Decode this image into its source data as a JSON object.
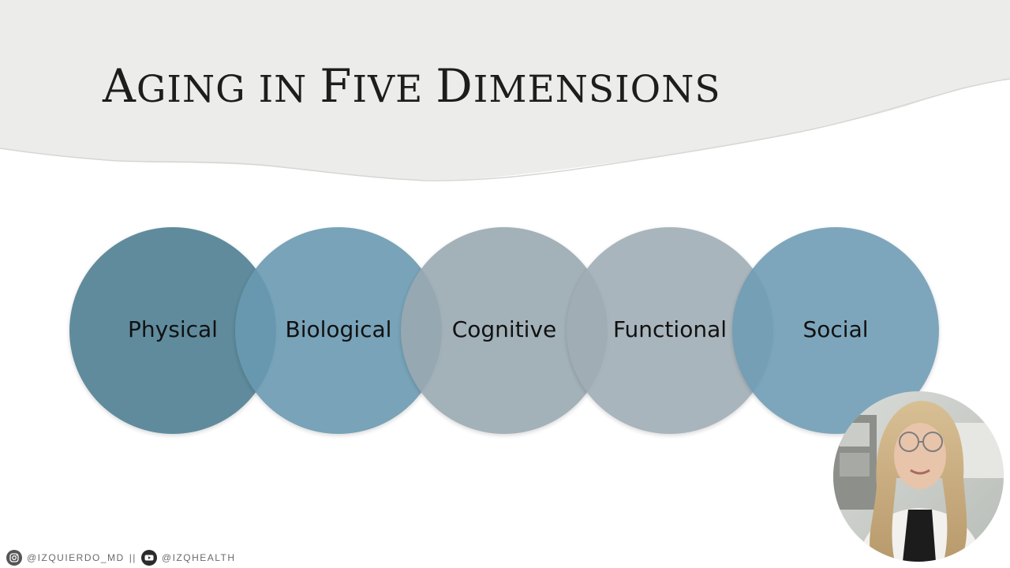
{
  "slide": {
    "title_caps": [
      "A",
      "GING IN ",
      "F",
      "IVE ",
      "D",
      "IMENSIONS"
    ],
    "header_color": "#ececea"
  },
  "dimensions": [
    {
      "label": "Physical",
      "color": "#4e7f93"
    },
    {
      "label": "Biological",
      "color": "#6a9ab1"
    },
    {
      "label": "Cognitive",
      "color": "#9aa9b2"
    },
    {
      "label": "Functional",
      "color": "#a0adb5"
    },
    {
      "label": "Social",
      "color": "#6f9db5"
    }
  ],
  "footer": {
    "instagram_handle": "@IZQUIERDO_MD",
    "separator": "||",
    "youtube_handle": "@IZQHEALTH"
  },
  "icons": {
    "instagram": "instagram-icon",
    "youtube": "youtube-icon"
  }
}
